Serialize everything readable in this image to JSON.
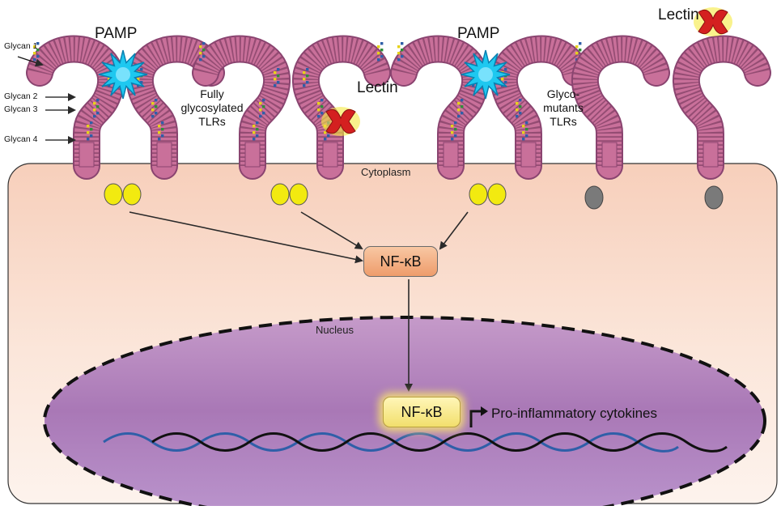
{
  "labels": {
    "pamp_left": "PAMP",
    "pamp_right": "PAMP",
    "lectin_middle": "Lectin",
    "lectin_top_right": "Lectin",
    "glycans": [
      "Glycan 1",
      "Glycan 2",
      "Glycan 3",
      "Glycan 4"
    ],
    "fully_glycosylated": [
      "Fully",
      "glycosylated",
      "TLRs"
    ],
    "glyco_mutants": [
      "Glyco-",
      "mutants",
      "TLRs"
    ],
    "cytoplasm": "Cytoplasm",
    "nucleus": "Nucleus",
    "nfkb_cytoplasm": "NF-κB",
    "nfkb_nucleus": "NF-κB",
    "pro_inflammatory": "Pro-inflammatory cytokines"
  },
  "colors": {
    "tlr_body": "#c9709a",
    "tlr_stripe": "#7e3d62",
    "pamp": "#1ec8f0",
    "lectin": "#d42020",
    "adaptor_active": "#f2ea10",
    "adaptor_inactive": "#7a7a7a",
    "cytoplasm_top": "#f9d6c4",
    "cytoplasm_bottom": "#fdf1ea",
    "nucleus": "#b48bc4",
    "dna_blue": "#2f5fa8",
    "dna_black": "#111111",
    "arrow": "#2a2a2a"
  },
  "icons": {
    "pamp": "starburst-icon",
    "lectin": "lectin-shape-icon",
    "adaptor": "oval-adaptor-icon",
    "transcription_start": "bent-arrow-icon"
  }
}
